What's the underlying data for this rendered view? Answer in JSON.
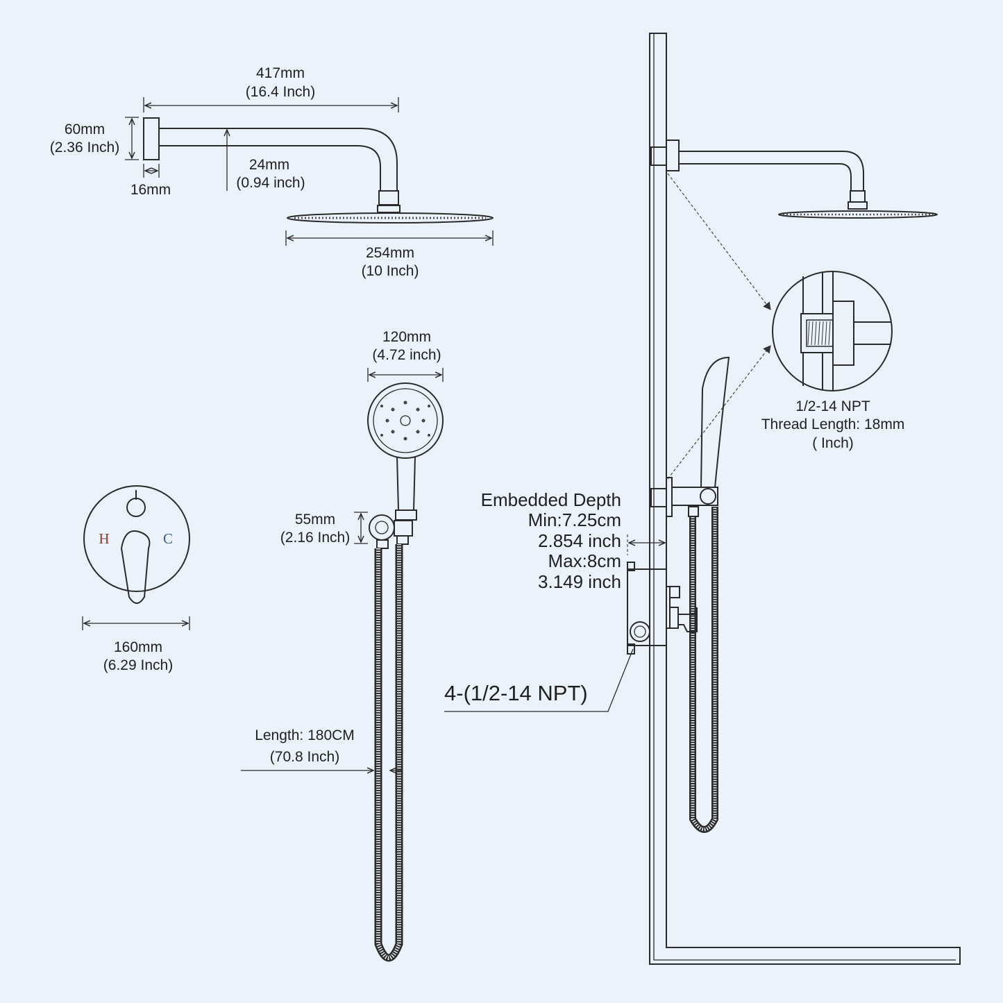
{
  "shower_arm": {
    "length_mm": "417mm",
    "length_in": "(16.4 Inch)",
    "flange_height_mm": "60mm",
    "flange_height_in": "(2.36 Inch)",
    "flange_depth": "16mm",
    "arm_diameter_mm": "24mm",
    "arm_diameter_in": "(0.94 inch)"
  },
  "rain_head": {
    "diameter_mm": "254mm",
    "diameter_in": "(10 Inch)"
  },
  "hand_shower": {
    "diameter_mm": "120mm",
    "diameter_in": "(4.72 inch)"
  },
  "holder": {
    "height_mm": "55mm",
    "height_in": "(2.16 Inch)"
  },
  "valve_plate": {
    "hot": "H",
    "cold": "C",
    "diameter_mm": "160mm",
    "diameter_in": "(6.29 Inch)",
    "hot_color": "#8b3a2e",
    "cold_color": "#3a5f8b"
  },
  "hose": {
    "length": "Length: 180CM",
    "length_in": "(70.8 Inch)"
  },
  "embedded": {
    "title": "Embedded Depth",
    "min": "Min:7.25cm",
    "min_in": "2.854 inch",
    "max": "Max:8cm",
    "max_in": "3.149 inch"
  },
  "ports": "4-(1/2-14 NPT)",
  "detail": {
    "thread": "1/2-14 NPT",
    "thread_length": "Thread Length: 18mm",
    "thread_in": "( Inch)"
  }
}
